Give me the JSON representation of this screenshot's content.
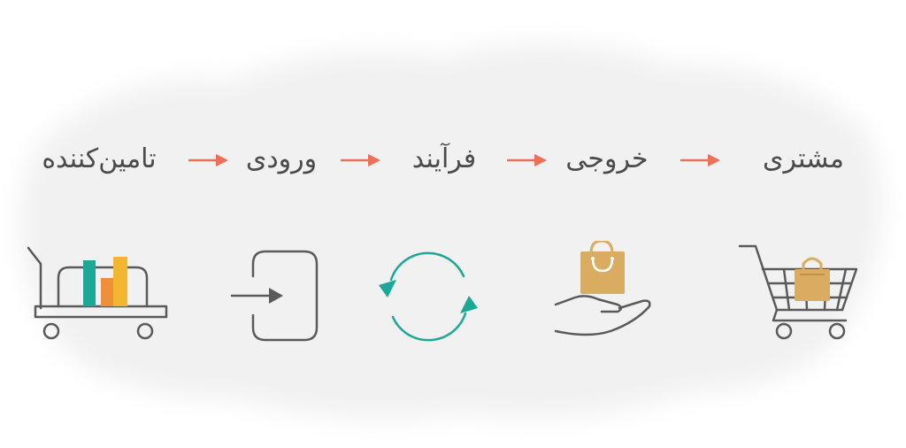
{
  "steps": [
    {
      "label": "مشتری",
      "icon": "shopping-cart-with-bag-icon"
    },
    {
      "label": "خروجی",
      "icon": "hand-holding-bag-icon"
    },
    {
      "label": "فرآیند",
      "icon": "cycle-arrows-icon"
    },
    {
      "label": "ورودی",
      "icon": "sign-in-arrow-icon"
    },
    {
      "label": "تامین‌کننده",
      "icon": "supply-cart-icon"
    }
  ],
  "colors": {
    "arrow": "#ef6f55",
    "line": "#5a5a5a",
    "teal": "#1aa897",
    "orange": "#ee8f3a",
    "yellow": "#f3b630",
    "bag": "#d9ac62",
    "text": "#4a4a4a"
  }
}
